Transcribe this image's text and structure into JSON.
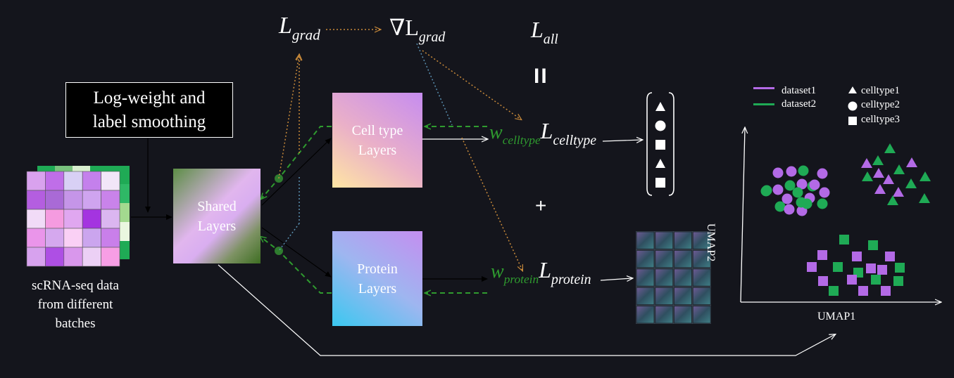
{
  "colors": {
    "background": "#14151c",
    "dataset1": "#b36ae6",
    "dataset2": "#1faa55",
    "orange_dotted": "#c98a3a",
    "blue_dotted": "#5a8fb0",
    "green_dashed": "#2f9b2f"
  },
  "note_box": {
    "line1": "Log-weight and",
    "line2": "label smoothing"
  },
  "input": {
    "line1": "scRNA-seq data",
    "line2": "from different",
    "line3": "batches"
  },
  "shared": {
    "line1": "Shared",
    "line2": "Layers"
  },
  "celltype_layers": {
    "line1": "Cell type",
    "line2": "Layers"
  },
  "protein_layers": {
    "line1": "Protein",
    "line2": "Layers"
  },
  "losses": {
    "grad_main": "L",
    "grad_sub": "grad",
    "nabla": "∇L",
    "nabla_sub": "grad",
    "all_main": "L",
    "all_sub": "all",
    "equals": "II",
    "plus": "+",
    "w_celltype_main": "w",
    "w_celltype_sub": "celltype",
    "l_celltype_main": "L",
    "l_celltype_sub": "celltype",
    "w_protein_main": "w",
    "w_protein_sub": "protein",
    "l_protein_main": "L",
    "l_protein_sub": "protein"
  },
  "legend": {
    "dataset1": "dataset1",
    "dataset2": "dataset2",
    "celltype1": "celltype1",
    "celltype2": "celltype2",
    "celltype3": "celltype3"
  },
  "axes": {
    "x": "UMAP1",
    "y": "UMAP2"
  },
  "celltype_symbols": [
    "triangle",
    "circle",
    "square",
    "triangle",
    "square"
  ]
}
